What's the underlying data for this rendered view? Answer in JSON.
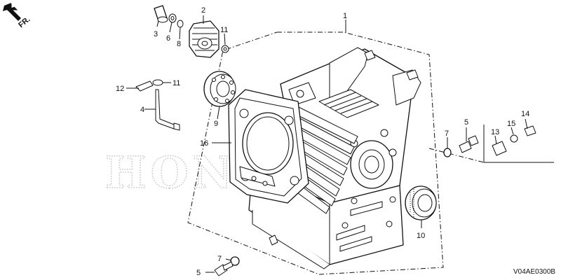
{
  "diagram": {
    "front_marker": "FR.",
    "watermark": "HONDA",
    "diagram_code": "V04AE0300B",
    "callouts": [
      "1",
      "2",
      "3",
      "4",
      "5",
      "5",
      "6",
      "7",
      "7",
      "8",
      "9",
      "10",
      "11",
      "11",
      "12",
      "13",
      "14",
      "15",
      "16"
    ]
  }
}
